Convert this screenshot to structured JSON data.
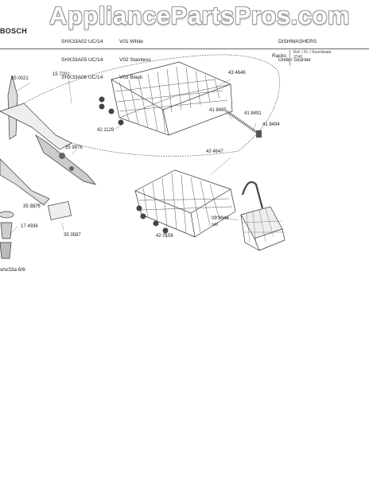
{
  "watermark": "AppliancePartsPros.com",
  "header": {
    "brand": "BOSCH",
    "models": [
      "SHX33A02 UC/14",
      "SHX33A05 UC/14",
      "SHX33A06 UC/14"
    ],
    "variants": [
      "V01 White",
      "V02 Stainless",
      "V03 Black"
    ],
    "product": [
      "DISHWASHERS",
      "Under counter"
    ]
  },
  "section_title": "Racks",
  "ref_box": [
    "Ref. / Fr. / Koordinate",
    "3740"
  ],
  "footer_code": "shx33a  6/6",
  "parts": [
    {
      "id": "p1",
      "label": "35 0021"
    },
    {
      "id": "p2",
      "label": "15 7201"
    },
    {
      "id": "p3",
      "label": "43 4646"
    },
    {
      "id": "p4",
      "label": "41 8495"
    },
    {
      "id": "p5",
      "label": "41 8491"
    },
    {
      "id": "p6",
      "label": "41 8494"
    },
    {
      "id": "p7",
      "label": "42 1129"
    },
    {
      "id": "p8",
      "label": "35 9976"
    },
    {
      "id": "p9",
      "label": "43 4647"
    },
    {
      "id": "p10",
      "label": "35 9975"
    },
    {
      "id": "p11",
      "label": "09 3046"
    },
    {
      "id": "p12",
      "label": "set"
    },
    {
      "id": "p13",
      "label": "17 4936"
    },
    {
      "id": "p14",
      "label": "42 0158"
    },
    {
      "id": "p15",
      "label": "35 3587"
    }
  ]
}
